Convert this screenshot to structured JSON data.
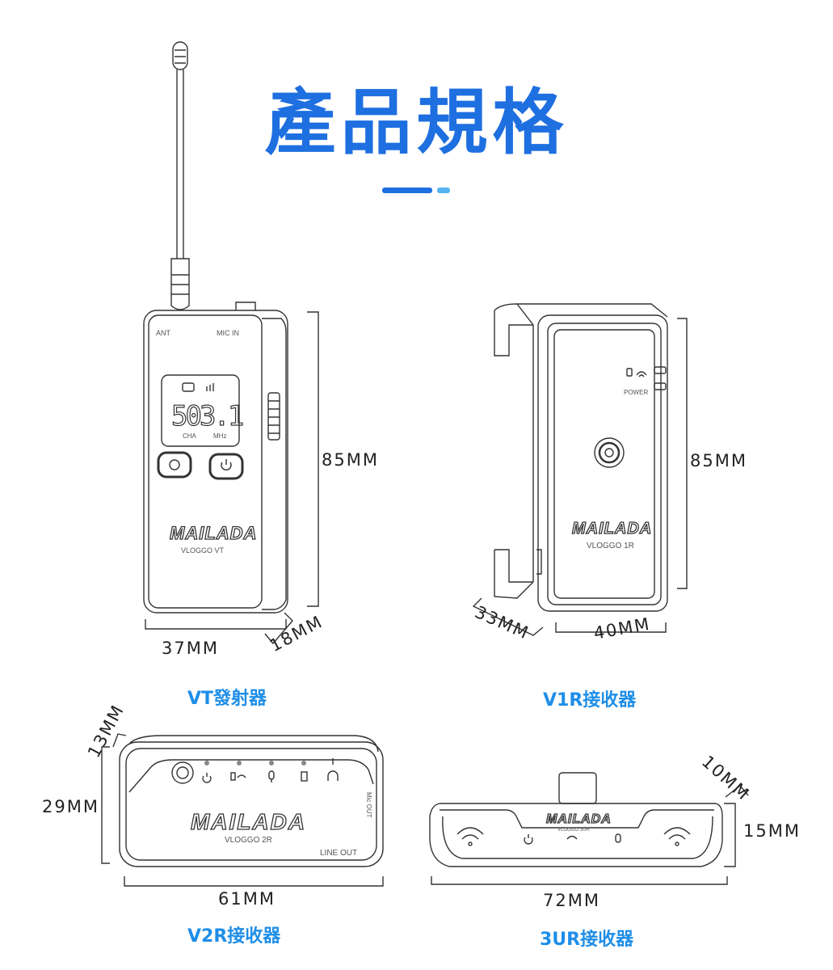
{
  "title": "產品規格",
  "colors": {
    "accent": "#1e6fe0",
    "accent_light": "#55b4f0",
    "caption": "#1e8ee8",
    "line": "#333333"
  },
  "devices": {
    "vt": {
      "caption": "VT發射器",
      "height": "85MM",
      "width": "37MM",
      "depth": "18MM",
      "labels": {
        "ant": "ANT",
        "mic_in": "MIC IN",
        "lcd_value": "503.1",
        "lcd_ch": "CHA",
        "lcd_unit": "MHz",
        "brand": "MAILADA",
        "model": "VLOGGO VT"
      }
    },
    "v1r": {
      "caption": "V1R接收器",
      "height": "85MM",
      "width": "40MM",
      "depth": "33MM",
      "labels": {
        "power": "POWER",
        "brand": "MAILADA",
        "model": "VLOGGO 1R"
      }
    },
    "v2r": {
      "caption": "V2R接收器",
      "height": "29MM",
      "width": "61MM",
      "depth": "13MM",
      "labels": {
        "brand": "MAILADA",
        "model": "VLOGGO 2R",
        "line_out": "LINE OUT",
        "side": "Mic OUT"
      }
    },
    "ur3": {
      "caption": "3UR接收器",
      "height": "15MM",
      "width": "72MM",
      "depth": "10MM",
      "labels": {
        "brand": "MAILADA",
        "model": "VLOGGO 3UR"
      }
    }
  }
}
